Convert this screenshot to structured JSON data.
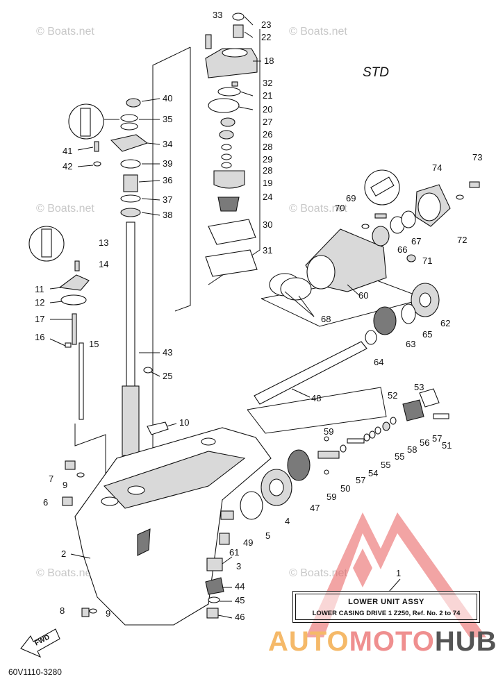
{
  "diagram": {
    "variant_label": "STD",
    "diagram_code": "60V1110-3280",
    "fwd_label": "FWD",
    "watermark": "© Boats.net",
    "assembly_title": "LOWER UNIT ASSY",
    "assembly_desc": "LOWER CASING DRIVE 1 Z250,  Ref. No. 2 to 74",
    "assembly_ref_number": "1",
    "brand": {
      "part1": "AUTO",
      "part2": "MOTO",
      "part3": "HUB"
    },
    "colors": {
      "brand_orange": "#f5b969",
      "brand_red": "#e85a5a",
      "brand_gray": "#555555",
      "watermark": "#c8c8c8"
    },
    "callouts": [
      "33",
      "23",
      "22",
      "18",
      "32",
      "21",
      "20",
      "27",
      "26",
      "28",
      "29",
      "28",
      "19",
      "24",
      "30",
      "31",
      "40",
      "35",
      "34",
      "39",
      "36",
      "37",
      "38",
      "41",
      "42",
      "13",
      "14",
      "11",
      "12",
      "17",
      "16",
      "15",
      "43",
      "25",
      "10",
      "73",
      "74",
      "69",
      "70",
      "67",
      "72",
      "66",
      "71",
      "60",
      "68",
      "62",
      "65",
      "63",
      "64",
      "48",
      "53",
      "52",
      "57",
      "51",
      "59",
      "56",
      "58",
      "55",
      "55",
      "54",
      "57",
      "50",
      "59",
      "47",
      "7",
      "9",
      "6",
      "5",
      "4",
      "49",
      "2",
      "61",
      "3",
      "44",
      "45",
      "8",
      "9",
      "46"
    ]
  }
}
